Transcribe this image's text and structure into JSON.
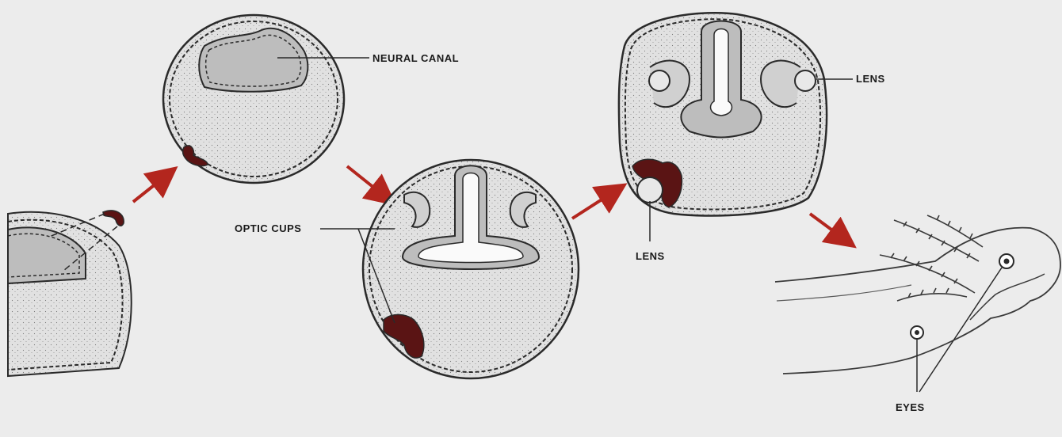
{
  "labels": {
    "neural_canal": "NEURAL CANAL",
    "optic_cups": "OPTIC CUPS",
    "lens_upper": "LENS",
    "lens_lower": "LENS",
    "eyes": "EYES"
  },
  "colors": {
    "background": "#ececec",
    "tissue": "#dcdcdc",
    "canal": "#bdbdbd",
    "outline": "#2a2a2a",
    "eye_tissue": "#5a1414",
    "arrow": "#b3261e"
  }
}
